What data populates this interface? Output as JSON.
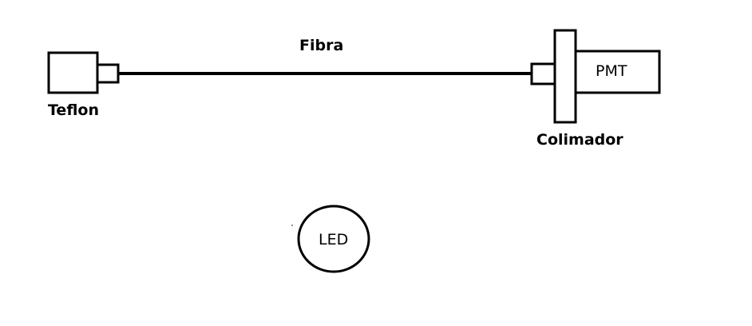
{
  "diagram": {
    "labels": {
      "fiber": "Fibra",
      "teflon": "Teflon",
      "collimator": "Colimador",
      "pmt": "PMT",
      "led": "LED"
    },
    "colors": {
      "stroke": "#000000",
      "background": "#ffffff"
    }
  }
}
